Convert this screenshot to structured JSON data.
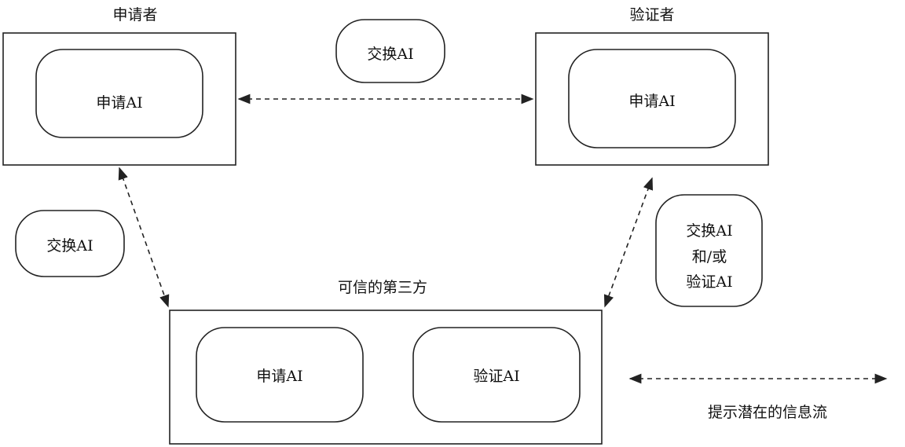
{
  "applicant": {
    "title": "申请者",
    "inner": "申请AI"
  },
  "verifier": {
    "title": "验证者",
    "inner": "申请AI"
  },
  "exchange_top": "交换AI",
  "exchange_left": "交换AI",
  "exchange_right": [
    "交换AI",
    "和/或",
    "验证AI"
  ],
  "ttp": {
    "title": "可信的第三方",
    "inner_left": "申请AI",
    "inner_right": "验证AI"
  },
  "legend": {
    "label": "提示潜在的信息流"
  }
}
